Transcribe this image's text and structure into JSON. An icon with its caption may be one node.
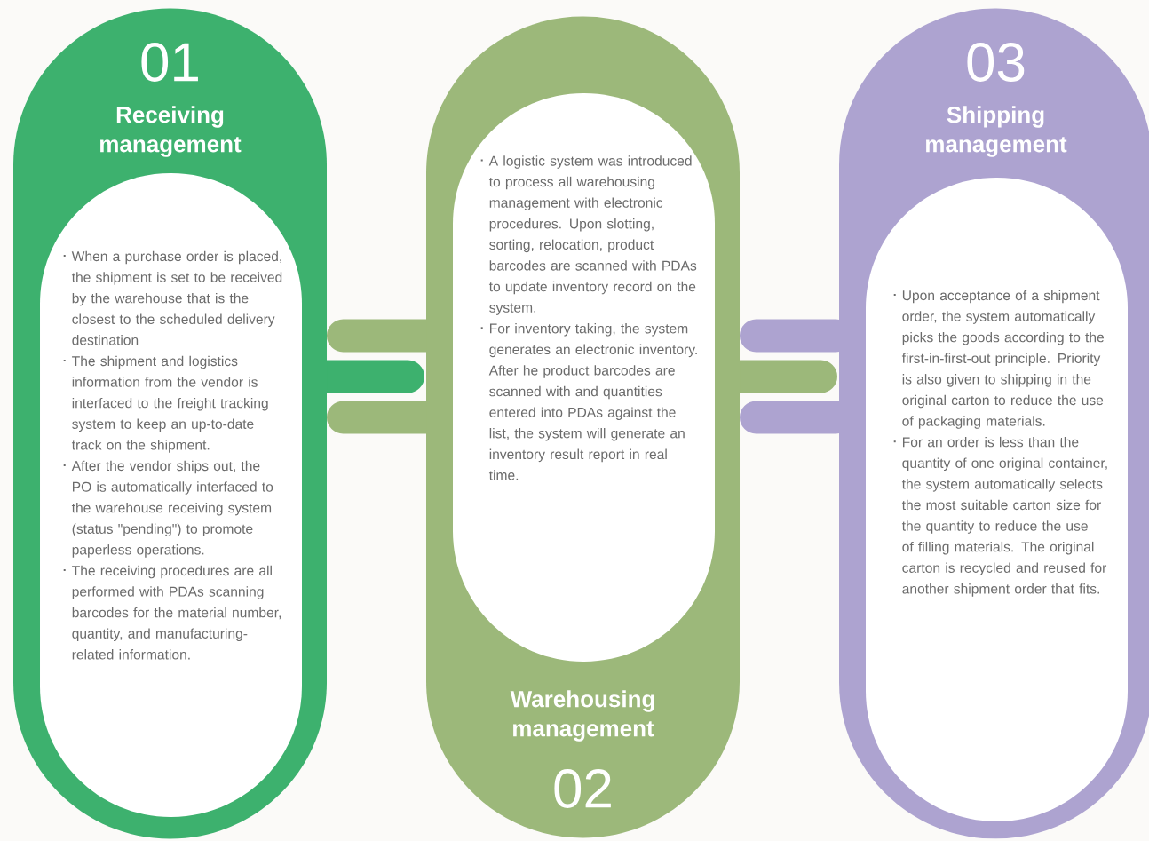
{
  "diagram": {
    "nodes": [
      {
        "text": [
          "01",
          "Receiving management"
        ]
      },
      {
        "text": [
          "When a purchase order is placed, the shipment is set to be received by the warehouse that is the closest to the scheduled delivery destination",
          "The shipment and logistics information from the vendor is interfaced to the freight tracking system to keep an up-to-date track on the shipment.",
          "After the vendor ships out, the PO is automatically interfaced to the warehouse receiving system (status \"pending\") to promote paperless operations.",
          "The receiving procedures are all performed with PDAs scanning barcodes for the material number, quantity, and manufacturing-related information."
        ],
        "in": 0
      },
      {
        "text": [
          "Warehousing management",
          "02"
        ]
      },
      {
        "text": [
          "A logistic system was introduced to process all warehousing management with electronic procedures. Upon slotting, sorting, relocation, product barcodes are scanned with PDAs to update inventory record on the system.",
          "For inventory taking, the system generates an electronic inventory. After he product barcodes are scanned with and quantities entered into PDAs against the list, the system will generate an inventory result report in real time."
        ],
        "in": 2
      },
      {
        "text": [
          "03",
          "Shipping management"
        ]
      },
      {
        "text": [
          "Upon acceptance of a shipment order, the system automatically picks the goods according to the first-in-first-out principle. Priority is also given to shipping in the original carton to reduce the use of packaging materials.",
          "For an order is less than the quantity of one original container, the system automatically selects the most suitable carton size for the quantity to reduce the use of filling materials. The original carton is recycled and reused for another shipment order that fits."
        ],
        "in": 4
      }
    ]
  }
}
